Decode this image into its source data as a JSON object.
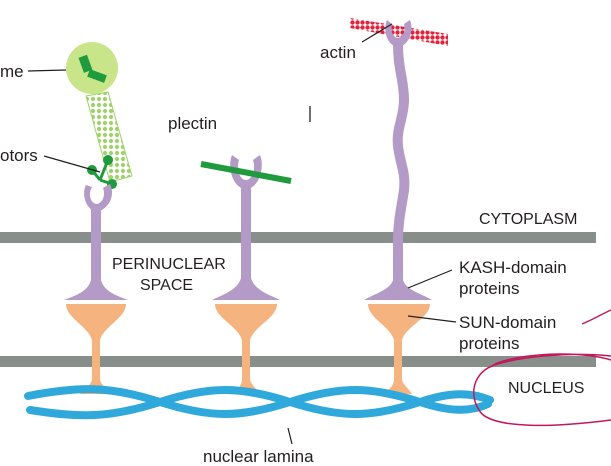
{
  "labels": {
    "centrosome_partial": "me",
    "motors_partial": "otors",
    "plectin": "plectin",
    "actin": "actin",
    "cytoplasm": "CYTOPLASM",
    "perinuclear_line1": "PERINUCLEAR",
    "perinuclear_line2": "SPACE",
    "kash_line1": "KASH-domain",
    "kash_line2": "proteins",
    "sun_line1": "SUN-domain",
    "sun_line2": "proteins",
    "nucleus": "NUCLEUS",
    "nuclear_lamina": "nuclear lamina"
  },
  "colors": {
    "membrane": "#888f8a",
    "kash": "#b49ac6",
    "sun": "#f5b37f",
    "lamina": "#2fa8dc",
    "plectin": "#1f9a3c",
    "centrosome": "#c9e58a",
    "centrosome_core": "#1f9a3c",
    "microtubule": "#9fd36a",
    "actin": "#e0233c",
    "annotation": "#c2185b",
    "text": "#231f20"
  }
}
